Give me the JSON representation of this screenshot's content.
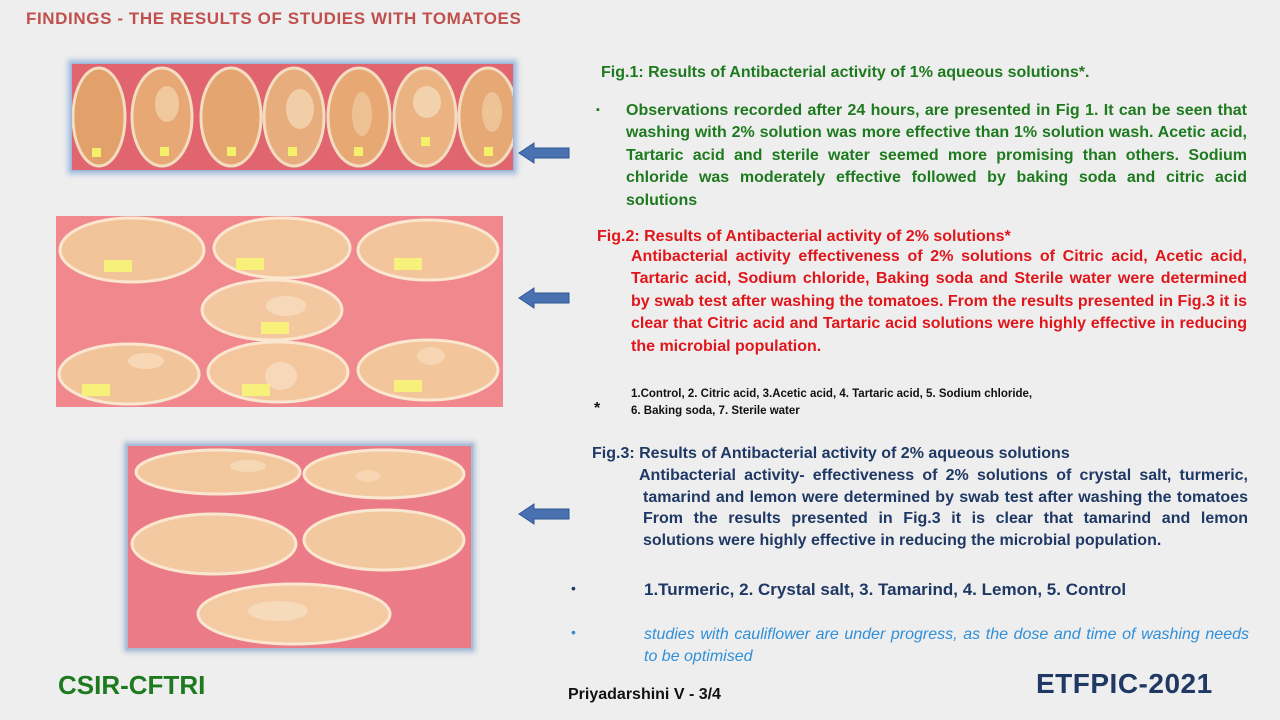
{
  "title": "FINDINGS  - THE RESULTS OF STUDIES WITH TOMATOES",
  "fig1": {
    "title": "Fig.1: Results of Antibacterial activity of 1% aqueous solutions*.",
    "body": "Observations recorded  after 24 hours,  are presented in Fig 1. It can be seen that  washing with 2%  solution was more effective than 1% solution wash. Acetic acid, Tartaric acid and sterile water seemed more promising than others. Sodium chloride was moderately effective  followed by baking soda and citric acid solutions"
  },
  "fig2": {
    "title": "Fig.2: Results of Antibacterial activity of 2%  solutions*",
    "body": "Antibacterial activity effectiveness  of 2% solutions of Citric acid, Acetic acid, Tartaric acid, Sodium chloride, Baking soda and Sterile water were determined by swab test after washing the tomatoes. From the results presented in Fig.3 it is clear that Citric acid and Tartaric acid  solutions were highly effective in reducing the microbial population.",
    "legend_line1": "1.Control, 2. Citric acid, 3.Acetic acid, 4. Tartaric acid, 5. Sodium chloride,",
    "legend_line2": "6. Baking soda, 7. Sterile water",
    "star": "*"
  },
  "fig3": {
    "title": "Fig.3: Results of Antibacterial activity of  2% aqueous solutions",
    "body": "Antibacterial activity- effectiveness  of 2% solutions of crystal salt, turmeric, tamarind and lemon were  determined by swab test after washing the tomatoes From the results presented in Fig.3 it is clear that tamarind and lemon solutions were highly effective in reducing the microbial population.",
    "legend": "1.Turmeric, 2. Crystal salt, 3. Tamarind, 4. Lemon, 5. Control",
    "note": "studies with cauliflower are under progress, as the dose and time of washing needs to be optimised"
  },
  "footer": {
    "left": "CSIR-CFTRI",
    "center": "Priyadarshini V - 3/4",
    "right": "ETFPIC-2021"
  },
  "colors": {
    "title": "#c0504d",
    "fig1_text": "#1e7a1e",
    "fig2_text": "#e0161b",
    "fig3_text": "#1f3864",
    "note": "#2f8fd8",
    "arrow": "#4a72b0"
  },
  "icons": {
    "arrow": "left-arrow-icon",
    "bullet1": "square-bullet-icon",
    "bullet3": "dot-bullet-icon"
  }
}
